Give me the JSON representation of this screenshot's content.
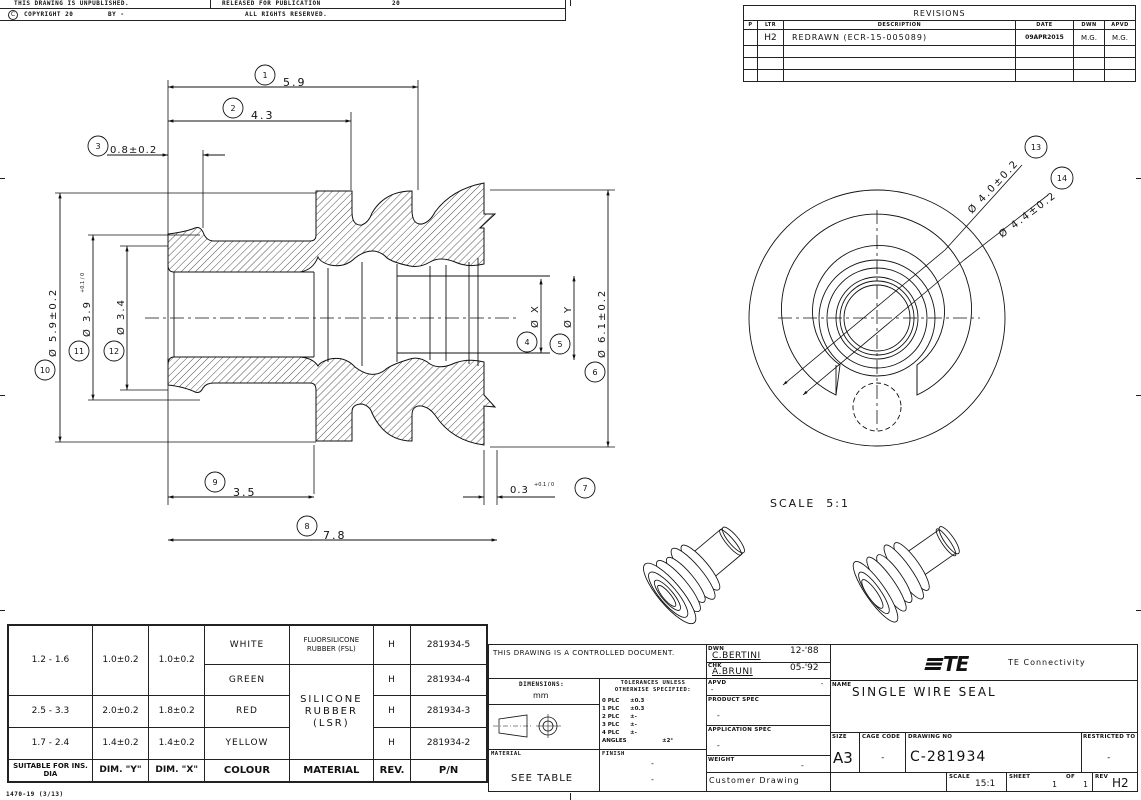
{
  "header": {
    "unpublished": "THIS DRAWING IS UNPUBLISHED.",
    "released_for_publication": "RELEASED FOR PUBLICATION",
    "released_year": "20",
    "copyright_symbol": "C",
    "copyright": "COPYRIGHT 20",
    "by": "BY -",
    "rights": "ALL RIGHTS RESERVED."
  },
  "revisions": {
    "title": "REVISIONS",
    "columns": [
      "P",
      "LTR",
      "DESCRIPTION",
      "DATE",
      "DWN",
      "APVD"
    ],
    "rows": [
      {
        "p": "",
        "ltr": "H2",
        "description": "REDRAWN (ECR-15-005089)",
        "date": "09APR2015",
        "dwn": "M.G.",
        "apvd": "M.G."
      },
      {
        "p": "",
        "ltr": "",
        "description": "",
        "date": "",
        "dwn": "",
        "apvd": ""
      },
      {
        "p": "",
        "ltr": "",
        "description": "",
        "date": "",
        "dwn": "",
        "apvd": ""
      },
      {
        "p": "",
        "ltr": "",
        "description": "",
        "date": "",
        "dwn": "",
        "apvd": ""
      }
    ]
  },
  "dimensions": {
    "d1": {
      "balloon": "1",
      "value": "5.9"
    },
    "d2": {
      "balloon": "2",
      "value": "4.3"
    },
    "d3": {
      "balloon": "3",
      "value": "0.8±0.2"
    },
    "d4": {
      "balloon": "4",
      "value": "Ø X"
    },
    "d5": {
      "balloon": "5",
      "value": "Ø Y"
    },
    "d6": {
      "balloon": "6",
      "value": "Ø 6.1±0.2"
    },
    "d7": {
      "balloon": "7",
      "value": "0.3",
      "tol": "+0.1 / 0"
    },
    "d8": {
      "balloon": "8",
      "value": "7.8"
    },
    "d9": {
      "balloon": "9",
      "value": "3.5"
    },
    "d10": {
      "balloon": "10",
      "value": "Ø 5.9±0.2"
    },
    "d11": {
      "balloon": "11",
      "value": "Ø 3.9",
      "tol": "+0.1 / 0"
    },
    "d12": {
      "balloon": "12",
      "value": "Ø 3.4"
    },
    "d13": {
      "balloon": "13",
      "value": "Ø 4.0±0.2"
    },
    "d14": {
      "balloon": "14",
      "value": "Ø 4.4±0.2"
    }
  },
  "scale_note": "SCALE  5:1",
  "parts_table": {
    "headers": [
      "SUITABLE FOR INS. DIA",
      "DIM. \"Y\"",
      "DIM. \"X\"",
      "COLOUR",
      "MATERIAL",
      "REV.",
      "P/N"
    ],
    "rows": [
      {
        "ins_dia": "1.2 - 1.6",
        "dim_y": "1.0±0.2",
        "dim_x": "1.0±0.2",
        "colour": "WHITE",
        "material": "FLUORSILICONE RUBBER (FSL)",
        "rev": "H",
        "pn": "281934-5"
      },
      {
        "ins_dia": "",
        "dim_y": "",
        "dim_x": "",
        "colour": "GREEN",
        "material": "SILICONE RUBBER (LSR)",
        "rev": "H",
        "pn": "281934-4"
      },
      {
        "ins_dia": "2.5 - 3.3",
        "dim_y": "2.0±0.2",
        "dim_x": "1.8±0.2",
        "colour": "RED",
        "material": "",
        "rev": "H",
        "pn": "281934-3"
      },
      {
        "ins_dia": "1.7 - 2.4",
        "dim_y": "1.4±0.2",
        "dim_x": "1.4±0.2",
        "colour": "YELLOW",
        "material": "",
        "rev": "H",
        "pn": "281934-2"
      }
    ],
    "form_ref": "1470-19 (3/13)"
  },
  "title_block": {
    "controlled": "THIS DRAWING IS A CONTROLLED DOCUMENT.",
    "dimensions_label": "DIMENSIONS:",
    "dimensions_unit": "mm",
    "tolerances_label": "TOLERANCES UNLESS OTHERWISE SPECIFIED:",
    "tolerances": [
      {
        "plc": "0 PLC",
        "tol": "±0.3"
      },
      {
        "plc": "1 PLC",
        "tol": "±0.3"
      },
      {
        "plc": "2 PLC",
        "tol": "±-"
      },
      {
        "plc": "3 PLC",
        "tol": "±-"
      },
      {
        "plc": "4 PLC",
        "tol": "±-"
      }
    ],
    "angles_label": "ANGLES",
    "angles_tol": "±2°",
    "material_label": "MATERIAL",
    "material_value": "SEE TABLE",
    "finish_label": "FINISH",
    "finish_value_1": "-",
    "finish_value_2": "-",
    "dwn_label": "DWN",
    "dwn_name": "C.BERTINI",
    "dwn_date": "12-'88",
    "chk_label": "CHK",
    "chk_name": "A.BRUNI",
    "chk_date": "05-'92",
    "apvd_label": "APVD",
    "apvd_value": "-",
    "apvd_date": "-",
    "product_spec_label": "PRODUCT SPEC",
    "product_spec_value": "-",
    "application_spec_label": "APPLICATION SPEC",
    "application_spec_value": "-",
    "weight_label": "WEIGHT",
    "weight_value": "-",
    "customer_drawing": "Customer Drawing",
    "company_logo": "TE",
    "company_name": "TE Connectivity",
    "name_label": "NAME",
    "name_value": "SINGLE WIRE SEAL",
    "size_label": "SIZE",
    "size_value": "A3",
    "cage_code_label": "CAGE CODE",
    "cage_code_value": "-",
    "drawing_no_label": "DRAWING NO",
    "drawing_no_value": "C-281934",
    "restricted_label": "RESTRICTED TO",
    "restricted_value": "-",
    "scale_label": "SCALE",
    "scale_value": "15:1",
    "sheet_label": "SHEET",
    "sheet_value": "1",
    "of_label": "OF",
    "of_value": "1",
    "rev_label": "REV",
    "rev_value": "H2"
  }
}
